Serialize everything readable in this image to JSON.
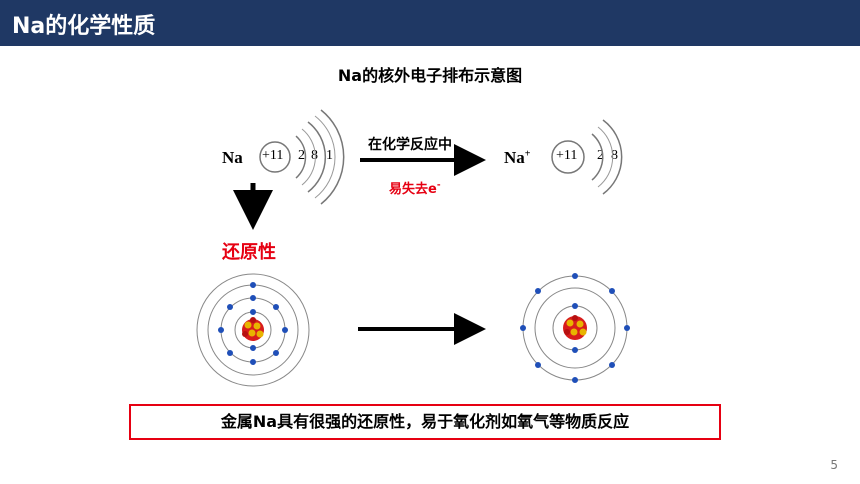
{
  "header": {
    "title": "Na的化学性质"
  },
  "diagram": {
    "title": "Na的核外电子排布示意图",
    "na_atom": {
      "symbol": "Na",
      "nucleus": "+11",
      "shells": [
        "2",
        "8",
        "1"
      ]
    },
    "na_ion": {
      "symbol": "Na",
      "charge": "+",
      "nucleus": "+11",
      "shells": [
        "2",
        "8"
      ]
    },
    "arrow_top_label": "在化学反应中",
    "arrow_bottom_label": "易失去e",
    "arrow_bottom_sup": "-",
    "property_label": "还原性"
  },
  "conclusion": "金属Na具有很强的还原性，易于氧化剂如氧气等物质反应",
  "page_number": "5",
  "colors": {
    "header_bg": "#1f3864",
    "accent_red": "#e60012",
    "electron": "#1f4fb8"
  }
}
